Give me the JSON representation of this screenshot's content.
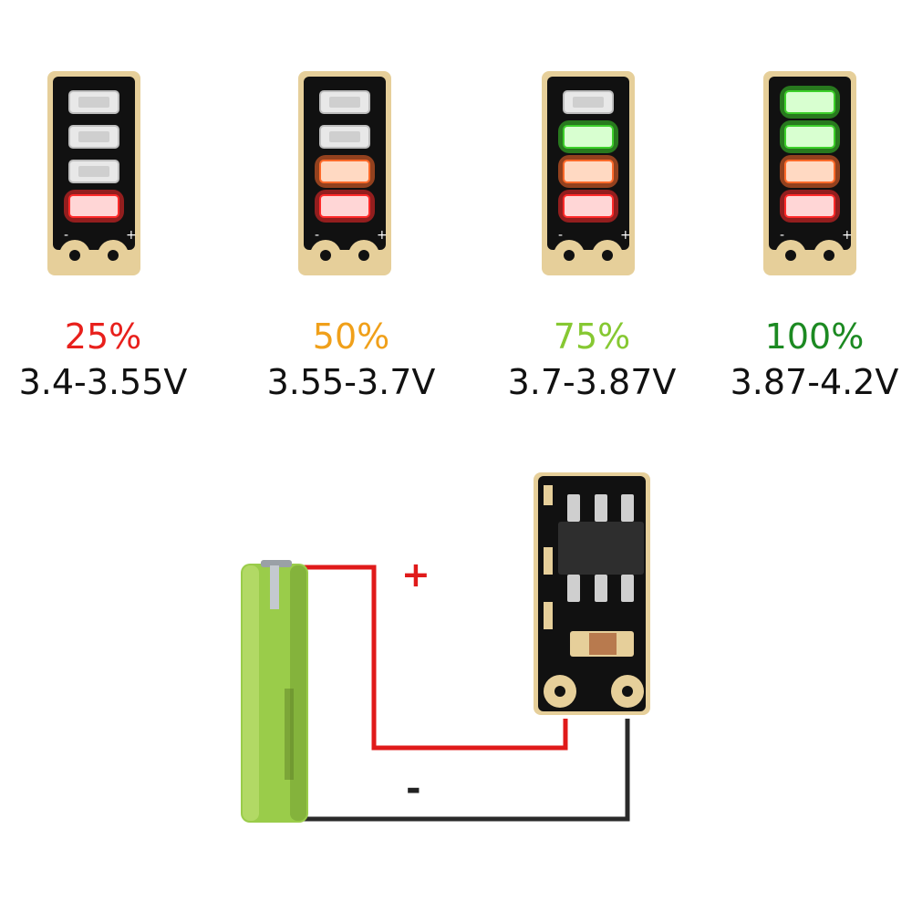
{
  "levels": [
    {
      "percent": "25%",
      "voltage": "3.4-3.55V",
      "color": "#e8201c",
      "leds": [
        "off",
        "off",
        "off",
        "red"
      ]
    },
    {
      "percent": "50%",
      "voltage": "3.55-3.7V",
      "color": "#f0a01a",
      "leds": [
        "off",
        "off",
        "orange",
        "red"
      ]
    },
    {
      "percent": "75%",
      "voltage": "3.7-3.87V",
      "color": "#86c832",
      "leds": [
        "off",
        "green",
        "orange",
        "red"
      ]
    },
    {
      "percent": "100%",
      "voltage": "3.87-4.2V",
      "color": "#1c8a22",
      "leds": [
        "green",
        "green",
        "orange",
        "red"
      ]
    }
  ],
  "board_pads": {
    "negative": "-",
    "positive": "+"
  },
  "wiring": {
    "positive_label": "+",
    "negative_label": "-",
    "positive_wire_color": "#e01a1a",
    "negative_wire_color": "#2a2a2a",
    "battery_color": "#9acc4a"
  }
}
